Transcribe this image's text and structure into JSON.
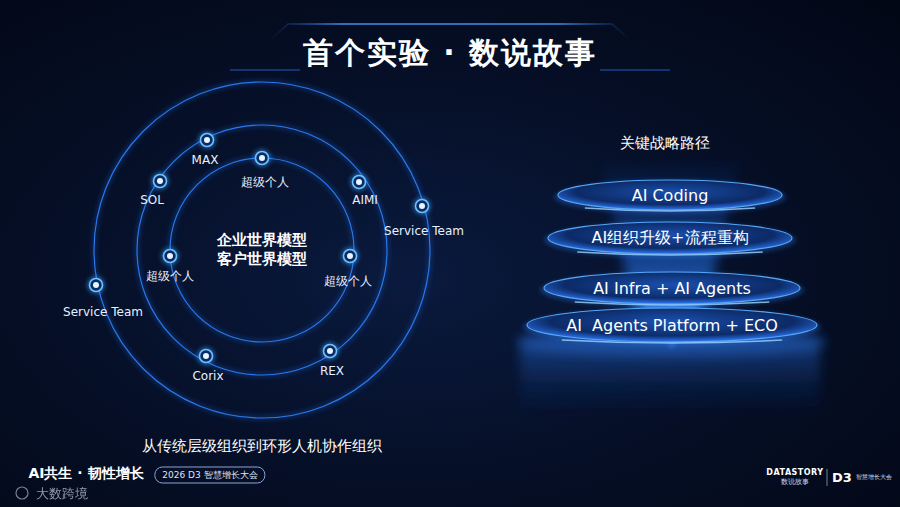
{
  "diagram": {
    "title": "首个实验 · 数说故事",
    "caption": "从传统层级组织到环形人机协作组织",
    "nodes": [
      {
        "text": [
          "MAX"
        ]
      },
      {
        "text": [
          "超级个人"
        ]
      },
      {
        "text": [
          "SOL"
        ]
      },
      {
        "text": [
          "AIMI"
        ]
      },
      {
        "text": [
          "Service Team"
        ]
      },
      {
        "text": [
          "企业世界模型 客户世界模型"
        ]
      },
      {
        "text": [
          "超级个人"
        ]
      },
      {
        "text": [
          "超级个人"
        ]
      },
      {
        "text": [
          "Service Team"
        ]
      },
      {
        "text": [
          "REX"
        ]
      },
      {
        "text": [
          "Corix"
        ]
      },
      {
        "text": [
          "AI Coding"
        ]
      },
      {
        "text": [
          "AI组织升级+流程重构"
        ]
      },
      {
        "text": [
          "AI Infra + AI Agents"
        ]
      },
      {
        "text": [
          "AI  Agents Platform + ECO"
        ]
      }
    ],
    "labels": [
      "关键战略路径",
      "AI共生 · 韧性增长",
      "2026 D3 智慧增长大会",
      "DATASTORY",
      "数说故事",
      "D3",
      "智慧增长大会",
      "大数跨境"
    ]
  }
}
